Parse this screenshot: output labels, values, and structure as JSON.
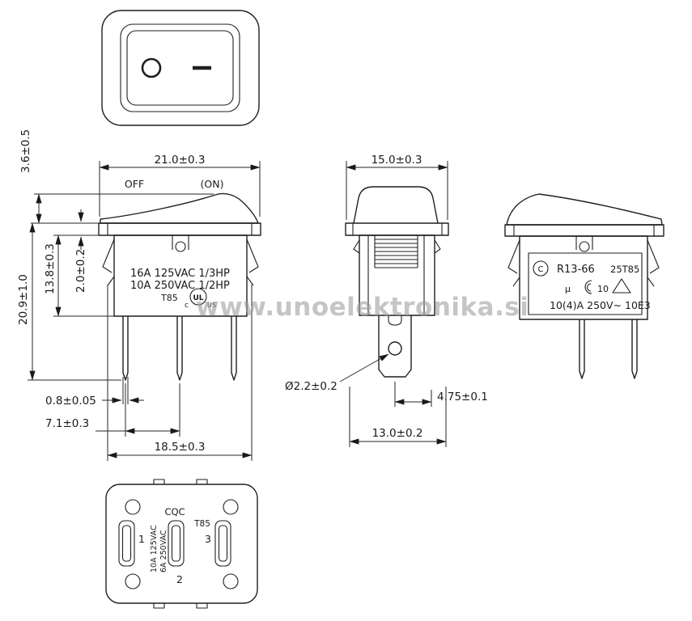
{
  "watermark": "www.unoelektronika.si",
  "icons": {
    "off_symbol": "circle-outline",
    "on_symbol": "horizontal-bar",
    "ul_mark": "circled-UL",
    "ccc_mark": "nested-c-arcs",
    "vde_mark": "triangle-outline",
    "enclosure_mark": "circled-C",
    "pivot": "small-circle"
  },
  "front_view": {
    "dim_width": "21.0±0.3",
    "label_off": "OFF",
    "label_on": "(ON)",
    "dim_rocker_height": "3.6±0.5",
    "dim_total_height": "20.9±1.0",
    "dim_body_height": "13.8±0.3",
    "dim_flange_thickness": "2.0±0.2",
    "rating_line1": "16A 125VAC 1/3HP",
    "rating_line2": "10A 250VAC 1/2HP",
    "t85": "T85",
    "ul_mark": "UL",
    "ul_c": "c",
    "ul_us": "US",
    "dim_pin_thickness": "0.8±0.05",
    "dim_pin_pitch": "7.1±0.3",
    "dim_mount_width": "18.5±0.3"
  },
  "side_view": {
    "dim_width": "15.0±0.3",
    "dim_hole_diameter": "Ø2.2±0.2",
    "dim_pin_offset": "4.75±0.1",
    "dim_mount_width": "13.0±0.2"
  },
  "profile_view": {
    "logo_c": "C",
    "model": "R13-66",
    "spec": "25T85",
    "mu": "μ",
    "val_10": "10",
    "rating": "10(4)A 250V~ 10E3"
  },
  "bottom_view": {
    "cqc": "CQC",
    "t85": "T85",
    "terminal_1": "1",
    "terminal_2": "2",
    "terminal_3": "3",
    "rating_line1": "10A 125VAC",
    "rating_line2": "6A 250VAC"
  }
}
